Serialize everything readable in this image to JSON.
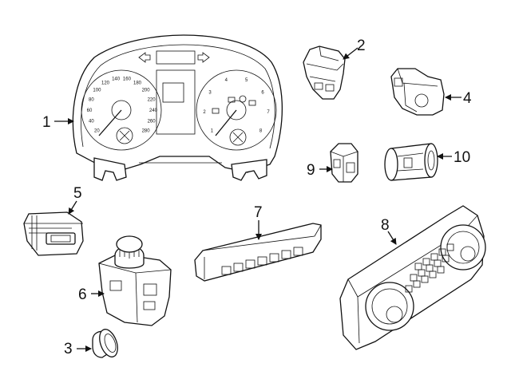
{
  "callouts": [
    "1",
    "2",
    "3",
    "4",
    "5",
    "6",
    "7",
    "8",
    "9",
    "10"
  ],
  "speedometer": {
    "ticks": [
      "20",
      "40",
      "60",
      "80",
      "100",
      "120",
      "140",
      "160",
      "180",
      "200",
      "220",
      "240",
      "260",
      "280"
    ]
  },
  "tachometer": {
    "ticks": [
      "1",
      "2",
      "3",
      "4",
      "5",
      "6",
      "7",
      "8"
    ]
  },
  "colors": {
    "line": "#111111",
    "background": "#ffffff"
  }
}
